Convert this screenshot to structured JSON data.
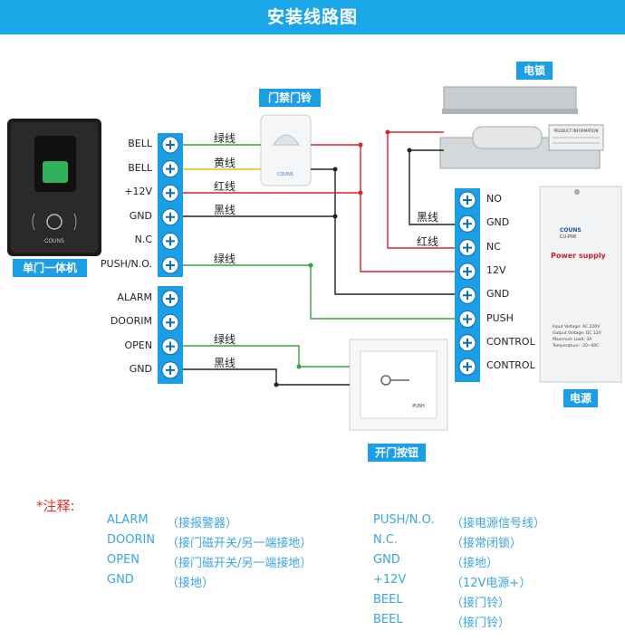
{
  "title": "安装线路图",
  "devices": {
    "reader_label": "单门一体机",
    "reader_brand": "COUNS",
    "doorbell_label": "门禁门铃",
    "doorbell_brand": "COUNS",
    "lock_label": "电锁",
    "lock_plate_text": "PRODUCT INFORMATION",
    "power_label": "电源",
    "power_brand": "COUNS",
    "power_model": "CU-P06",
    "power_title": "Power supply",
    "power_specs": [
      "Input Voltage: AC 220V",
      "Output Voltage: DC 12V",
      "Maximum Load: 3A",
      "Temperature: -20~60C"
    ],
    "button_label": "开门按钮",
    "button_text": "PUSH"
  },
  "left_block1": [
    "BELL",
    "BELL",
    "+12V",
    "GND",
    "N.C",
    "PUSH/N.O."
  ],
  "left_block2": [
    "ALARM",
    "DOORIM",
    "OPEN",
    "GND"
  ],
  "right_block": [
    "NO",
    "GND",
    "NC",
    "12V",
    "GND",
    "PUSH",
    "CONTROL",
    "CONTROL"
  ],
  "wires": {
    "w1": "绿线",
    "w2": "黄线",
    "w3": "红线",
    "w4": "黑线",
    "w5": "绿线",
    "w6": "绿线",
    "w7": "黑线",
    "lock_black": "黑线",
    "lock_red": "红线"
  },
  "notes_title": "*注释:",
  "notes_left": [
    {
      "key": "ALARM",
      "desc": "（接报警器）"
    },
    {
      "key": "DOORIN",
      "desc": "（接门磁开关/另一端接地）"
    },
    {
      "key": "OPEN",
      "desc": "（接门磁开关/另一端接地）"
    },
    {
      "key": "GND",
      "desc": "（接地）"
    }
  ],
  "notes_right": [
    {
      "key": "PUSH/N.O.",
      "desc": "（接电源信号线）"
    },
    {
      "key": "N.C.",
      "desc": "（接常闭锁）"
    },
    {
      "key": "GND",
      "desc": "（接地）"
    },
    {
      "key": "+12V",
      "desc": "（12V电源+）"
    },
    {
      "key": "BEEL",
      "desc": "（接门铃）"
    },
    {
      "key": "BEEL",
      "desc": "（接门铃）"
    }
  ],
  "colors": {
    "accent": "#1aa7e8",
    "red": "#d8242b",
    "green": "#3aa33a",
    "yellow": "#e8c21a",
    "black": "#222222",
    "note_text": "#3aa6e0",
    "note_title": "#e8302a"
  }
}
